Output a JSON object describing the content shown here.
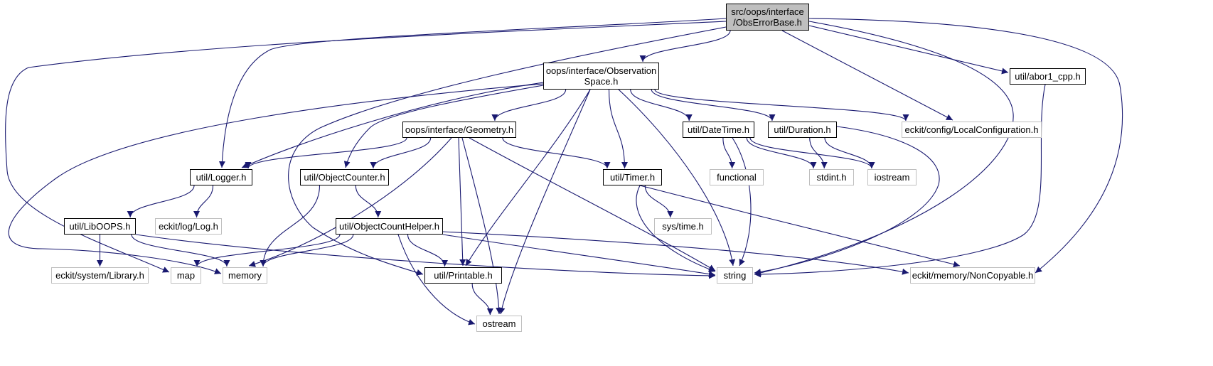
{
  "colors": {
    "edge": "#191970",
    "local_border": "#000000",
    "system_border": "#bfbfbf",
    "root_fill": "#bfbfbf"
  },
  "nodes": [
    {
      "id": "root",
      "lines": [
        "src/oops/interface",
        "/ObsErrorBase.h"
      ],
      "kind": "root"
    },
    {
      "id": "obsspace",
      "lines": [
        "oops/interface/Observation",
        "Space.h"
      ],
      "kind": "local"
    },
    {
      "id": "abor1",
      "lines": [
        "util/abor1_cpp.h"
      ],
      "kind": "local"
    },
    {
      "id": "geometry",
      "lines": [
        "oops/interface/Geometry.h"
      ],
      "kind": "local"
    },
    {
      "id": "datetime",
      "lines": [
        "util/DateTime.h"
      ],
      "kind": "local"
    },
    {
      "id": "duration",
      "lines": [
        "util/Duration.h"
      ],
      "kind": "local"
    },
    {
      "id": "localconf",
      "lines": [
        "eckit/config/LocalConfiguration.h"
      ],
      "kind": "system"
    },
    {
      "id": "logger",
      "lines": [
        "util/Logger.h"
      ],
      "kind": "local"
    },
    {
      "id": "objcounter",
      "lines": [
        "util/ObjectCounter.h"
      ],
      "kind": "local"
    },
    {
      "id": "timer",
      "lines": [
        "util/Timer.h"
      ],
      "kind": "local"
    },
    {
      "id": "functional",
      "lines": [
        "functional"
      ],
      "kind": "system"
    },
    {
      "id": "stdint",
      "lines": [
        "stdint.h"
      ],
      "kind": "system"
    },
    {
      "id": "iostream",
      "lines": [
        "iostream"
      ],
      "kind": "system"
    },
    {
      "id": "liboops",
      "lines": [
        "util/LibOOPS.h"
      ],
      "kind": "local"
    },
    {
      "id": "eckitlog",
      "lines": [
        "eckit/log/Log.h"
      ],
      "kind": "system"
    },
    {
      "id": "objcounthelper",
      "lines": [
        "util/ObjectCountHelper.h"
      ],
      "kind": "local"
    },
    {
      "id": "systime",
      "lines": [
        "sys/time.h"
      ],
      "kind": "system"
    },
    {
      "id": "library",
      "lines": [
        "eckit/system/Library.h"
      ],
      "kind": "system"
    },
    {
      "id": "map",
      "lines": [
        "map"
      ],
      "kind": "system"
    },
    {
      "id": "memory",
      "lines": [
        "memory"
      ],
      "kind": "system"
    },
    {
      "id": "printable",
      "lines": [
        "util/Printable.h"
      ],
      "kind": "local"
    },
    {
      "id": "string",
      "lines": [
        "string"
      ],
      "kind": "system"
    },
    {
      "id": "noncopyable",
      "lines": [
        "eckit/memory/NonCopyable.h"
      ],
      "kind": "system"
    },
    {
      "id": "ostream",
      "lines": [
        "ostream"
      ],
      "kind": "system"
    }
  ],
  "edges": [
    [
      "root",
      "obsspace"
    ],
    [
      "root",
      "abor1"
    ],
    [
      "root",
      "localconf"
    ],
    [
      "root",
      "logger"
    ],
    [
      "root",
      "map"
    ],
    [
      "root",
      "printable"
    ],
    [
      "root",
      "string"
    ],
    [
      "root",
      "noncopyable"
    ],
    [
      "obsspace",
      "geometry"
    ],
    [
      "obsspace",
      "datetime"
    ],
    [
      "obsspace",
      "duration"
    ],
    [
      "obsspace",
      "localconf"
    ],
    [
      "obsspace",
      "logger"
    ],
    [
      "obsspace",
      "objcounter"
    ],
    [
      "obsspace",
      "timer"
    ],
    [
      "obsspace",
      "printable"
    ],
    [
      "obsspace",
      "string"
    ],
    [
      "obsspace",
      "ostream"
    ],
    [
      "obsspace",
      "memory"
    ],
    [
      "abor1",
      "string"
    ],
    [
      "geometry",
      "logger"
    ],
    [
      "geometry",
      "objcounter"
    ],
    [
      "geometry",
      "timer"
    ],
    [
      "geometry",
      "memory"
    ],
    [
      "geometry",
      "printable"
    ],
    [
      "geometry",
      "string"
    ],
    [
      "geometry",
      "ostream"
    ],
    [
      "datetime",
      "functional"
    ],
    [
      "datetime",
      "stdint"
    ],
    [
      "datetime",
      "iostream"
    ],
    [
      "datetime",
      "string"
    ],
    [
      "duration",
      "stdint"
    ],
    [
      "duration",
      "iostream"
    ],
    [
      "duration",
      "string"
    ],
    [
      "logger",
      "liboops"
    ],
    [
      "logger",
      "eckitlog"
    ],
    [
      "objcounter",
      "objcounthelper"
    ],
    [
      "objcounter",
      "memory"
    ],
    [
      "timer",
      "systime"
    ],
    [
      "timer",
      "string"
    ],
    [
      "timer",
      "noncopyable"
    ],
    [
      "liboops",
      "library"
    ],
    [
      "liboops",
      "memory"
    ],
    [
      "liboops",
      "string"
    ],
    [
      "objcounthelper",
      "map"
    ],
    [
      "objcounthelper",
      "memory"
    ],
    [
      "objcounthelper",
      "printable"
    ],
    [
      "objcounthelper",
      "string"
    ],
    [
      "objcounthelper",
      "noncopyable"
    ],
    [
      "objcounthelper",
      "ostream"
    ],
    [
      "printable",
      "ostream"
    ]
  ]
}
